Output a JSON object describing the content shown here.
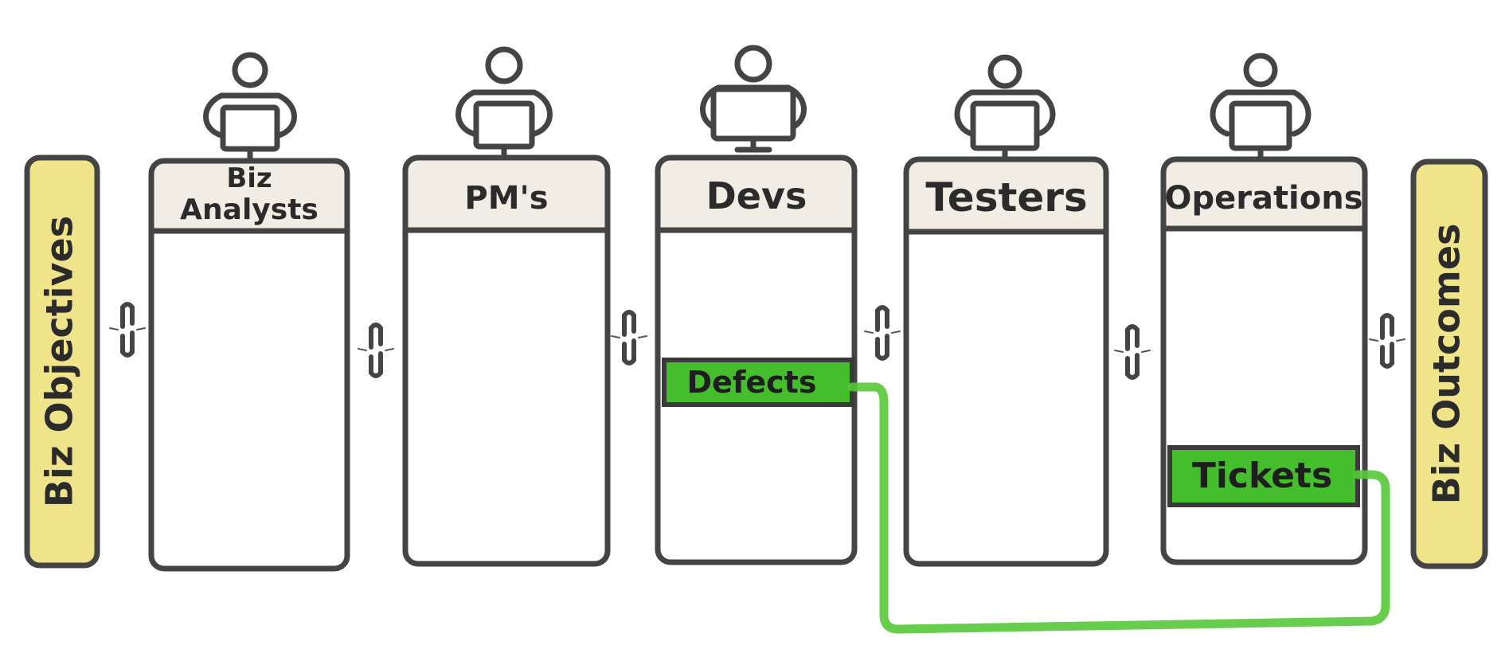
{
  "left_bar": {
    "label": "Biz Objectives",
    "color": "#efe48a"
  },
  "right_bar": {
    "label": "Biz Outcomes",
    "color": "#efe48a"
  },
  "columns": [
    {
      "title_lines": [
        "Biz",
        "Analysts"
      ]
    },
    {
      "title_lines": [
        "PM's"
      ]
    },
    {
      "title_lines": [
        "Devs"
      ],
      "band": "Defects"
    },
    {
      "title_lines": [
        "Testers"
      ]
    },
    {
      "title_lines": [
        "Operations"
      ],
      "band": "Tickets"
    }
  ],
  "band_color": "#44be2c",
  "loop_color": "#56c83a",
  "icons": {
    "person": "person-at-laptop-icon",
    "connector": "link-icon"
  }
}
